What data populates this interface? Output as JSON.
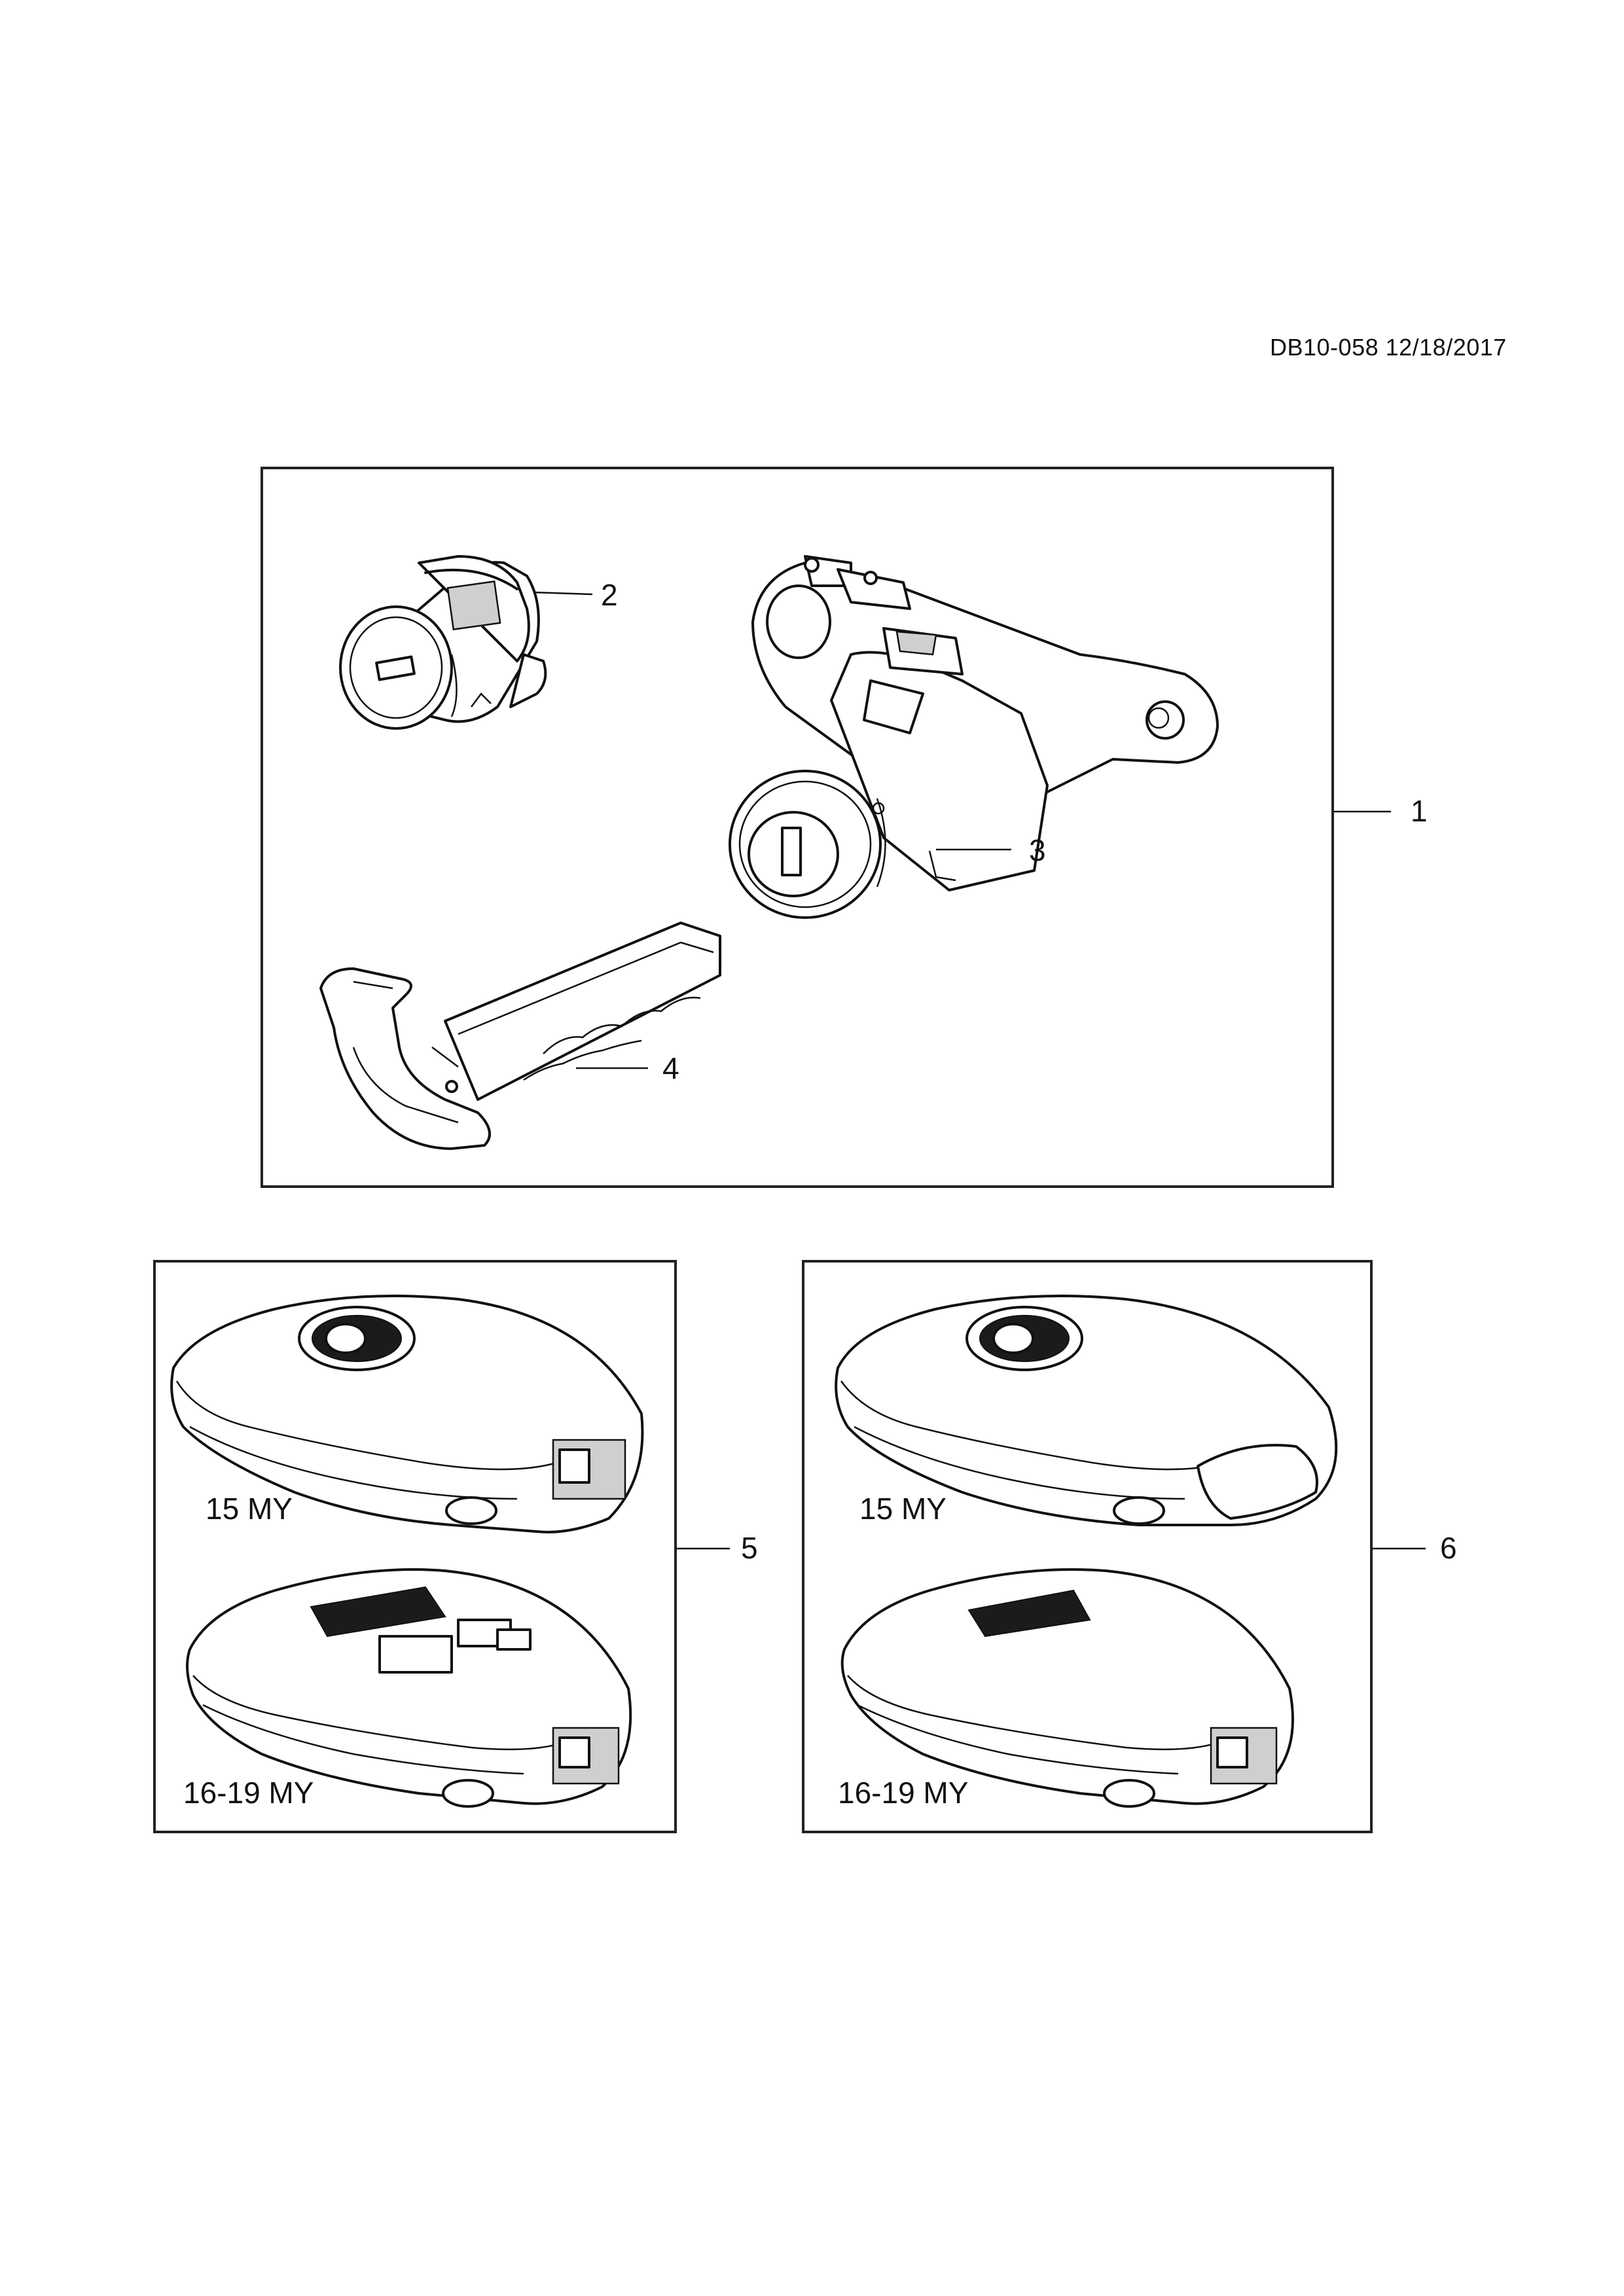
{
  "header": {
    "drawing_code": "DB10-058 12/18/2017"
  },
  "callouts": {
    "c1": "1",
    "c2": "2",
    "c3": "3",
    "c4": "4",
    "c5": "5",
    "c6": "6"
  },
  "panel_5": {
    "label_top": "15 MY",
    "label_bottom": "16-19 MY"
  },
  "panel_6": {
    "label_top": "15 MY",
    "label_bottom": "16-19 MY"
  },
  "icons": {
    "part_2": "door-lock-cylinder-icon",
    "part_3": "ignition-lock-cylinder-icon",
    "part_4": "emergency-key-blade-icon",
    "part_5": "remote-key-fob-icon",
    "part_6": "remote-key-fob-icon"
  }
}
